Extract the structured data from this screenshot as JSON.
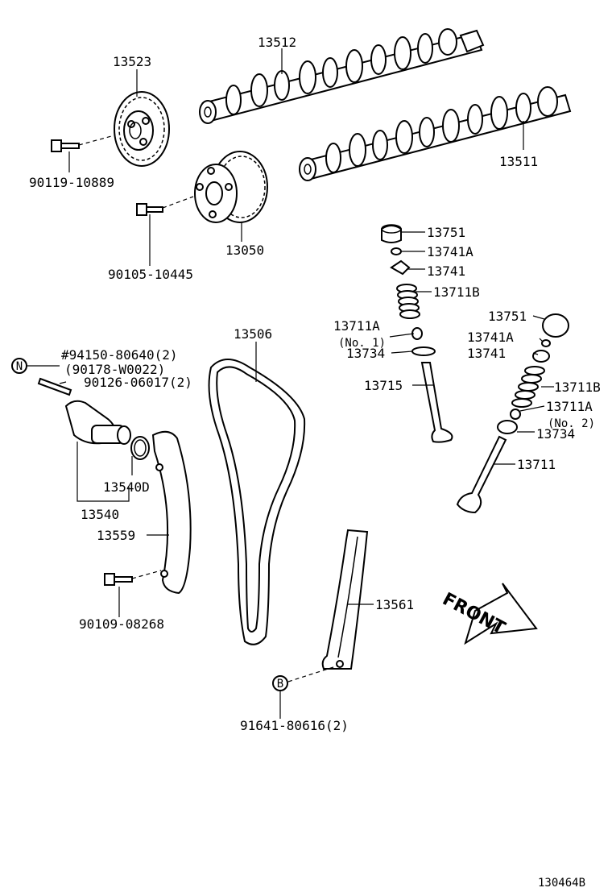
{
  "labels": {
    "p13512": "13512",
    "p13523": "13523",
    "p13511": "13511",
    "p90119": "90119-10889",
    "p13050": "13050",
    "p90105": "90105-10445",
    "p13751a": "13751",
    "p13741Aa": "13741A",
    "p13741a": "13741",
    "p13711Ba": "13711B",
    "p13711Aa": "13711A",
    "no1": "(No. 1)",
    "p13734a": "13734",
    "p13715": "13715",
    "p13751b": "13751",
    "p13741Ab": "13741A",
    "p13741b": "13741",
    "p13711Bb": "13711B",
    "p13711Ab": "13711A",
    "no2": "(No. 2)",
    "p13734b": "13734",
    "p13711": "13711",
    "p13506": "13506",
    "p94150": "#94150-80640(2)",
    "p90178": "(90178-W0022)",
    "p90126": "90126-06017(2)",
    "p13540D": "13540D",
    "p13540": "13540",
    "p13559": "13559",
    "p90109": "90109-08268",
    "p13561": "13561",
    "p91641": "91641-80616(2)",
    "front": "FRONT",
    "symN": "N",
    "symB": "B",
    "figno": "130464B"
  }
}
